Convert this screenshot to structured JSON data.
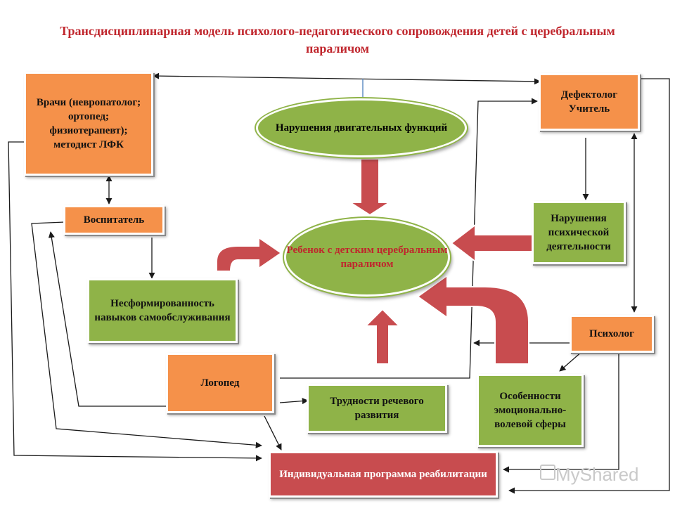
{
  "title": "Трансдисциплинарная модель психолого-педагогического сопровождения детей с церебральным параличом",
  "nodes": {
    "doctors": "Врачи (невропатолог; ортопед; физиотерапевт); методист ЛФК",
    "defectologist": "Дефектолог Учитель",
    "motor": "Нарушения двигательных функций",
    "educator": "Воспитатель",
    "child": "Ребенок с детским церебральным параличом",
    "mental": "Нарушения психической деятельности",
    "selfcare": "Несформированность навыков самообслуживания",
    "psychologist": "Психолог",
    "speech_therapist": "Логопед",
    "speech": "Трудности речевого развития",
    "emotional": "Особенности эмоционально-волевой сферы",
    "program": "Индивидуальная программа реабилитации"
  },
  "watermark": "MyShared",
  "colors": {
    "title": "#c0262d",
    "orange": "#f5914a",
    "green": "#8fb348",
    "red": "#c84c4f",
    "line": "#1a1a1a",
    "accent_arrow": "#c84c4f"
  }
}
